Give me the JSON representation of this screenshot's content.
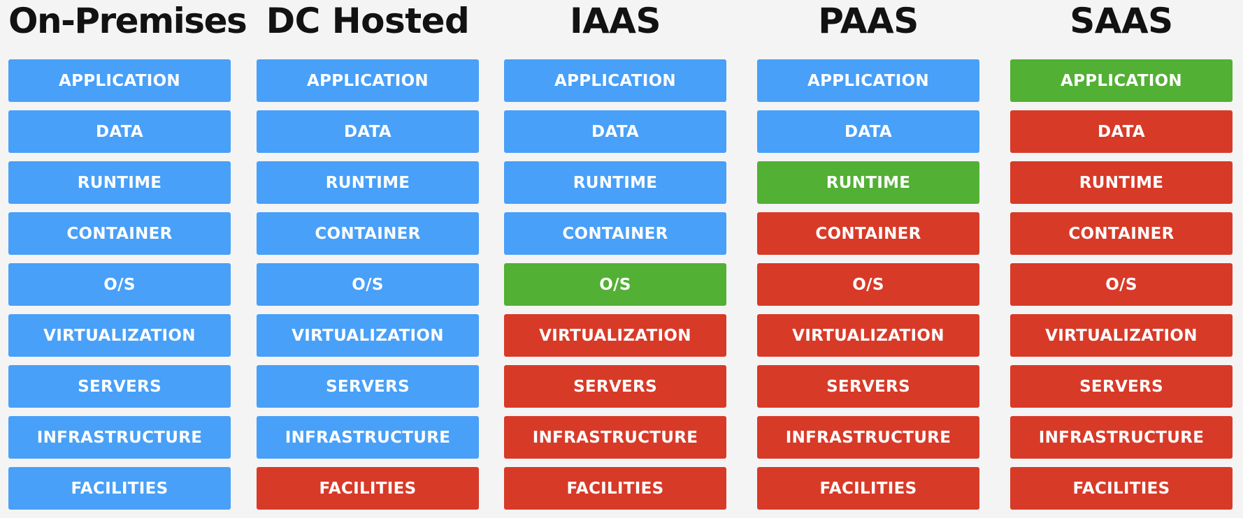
{
  "palette": {
    "managed": "#48a0f8",
    "provided": "#d83a28",
    "boundary": "#52b034",
    "background": "#f4f4f4",
    "title": "#121212"
  },
  "columns": [
    {
      "title": "On-Premises",
      "layers": [
        {
          "label": "APPLICATION",
          "state": "managed"
        },
        {
          "label": "DATA",
          "state": "managed"
        },
        {
          "label": "RUNTIME",
          "state": "managed"
        },
        {
          "label": "CONTAINER",
          "state": "managed"
        },
        {
          "label": "O/S",
          "state": "managed"
        },
        {
          "label": "VIRTUALIZATION",
          "state": "managed"
        },
        {
          "label": "SERVERS",
          "state": "managed"
        },
        {
          "label": "INFRASTRUCTURE",
          "state": "managed"
        },
        {
          "label": "FACILITIES",
          "state": "managed"
        }
      ]
    },
    {
      "title": "DC Hosted",
      "layers": [
        {
          "label": "APPLICATION",
          "state": "managed"
        },
        {
          "label": "DATA",
          "state": "managed"
        },
        {
          "label": "RUNTIME",
          "state": "managed"
        },
        {
          "label": "CONTAINER",
          "state": "managed"
        },
        {
          "label": "O/S",
          "state": "managed"
        },
        {
          "label": "VIRTUALIZATION",
          "state": "managed"
        },
        {
          "label": "SERVERS",
          "state": "managed"
        },
        {
          "label": "INFRASTRUCTURE",
          "state": "managed"
        },
        {
          "label": "FACILITIES",
          "state": "provided"
        }
      ]
    },
    {
      "title": "IAAS",
      "layers": [
        {
          "label": "APPLICATION",
          "state": "managed"
        },
        {
          "label": "DATA",
          "state": "managed"
        },
        {
          "label": "RUNTIME",
          "state": "managed"
        },
        {
          "label": "CONTAINER",
          "state": "managed"
        },
        {
          "label": "O/S",
          "state": "boundary"
        },
        {
          "label": "VIRTUALIZATION",
          "state": "provided"
        },
        {
          "label": "SERVERS",
          "state": "provided"
        },
        {
          "label": "INFRASTRUCTURE",
          "state": "provided"
        },
        {
          "label": "FACILITIES",
          "state": "provided"
        }
      ]
    },
    {
      "title": "PAAS",
      "layers": [
        {
          "label": "APPLICATION",
          "state": "managed"
        },
        {
          "label": "DATA",
          "state": "managed"
        },
        {
          "label": "RUNTIME",
          "state": "boundary"
        },
        {
          "label": "CONTAINER",
          "state": "provided"
        },
        {
          "label": "O/S",
          "state": "provided"
        },
        {
          "label": "VIRTUALIZATION",
          "state": "provided"
        },
        {
          "label": "SERVERS",
          "state": "provided"
        },
        {
          "label": "INFRASTRUCTURE",
          "state": "provided"
        },
        {
          "label": "FACILITIES",
          "state": "provided"
        }
      ]
    },
    {
      "title": "SAAS",
      "layers": [
        {
          "label": "APPLICATION",
          "state": "boundary"
        },
        {
          "label": "DATA",
          "state": "provided"
        },
        {
          "label": "RUNTIME",
          "state": "provided"
        },
        {
          "label": "CONTAINER",
          "state": "provided"
        },
        {
          "label": "O/S",
          "state": "provided"
        },
        {
          "label": "VIRTUALIZATION",
          "state": "provided"
        },
        {
          "label": "SERVERS",
          "state": "provided"
        },
        {
          "label": "INFRASTRUCTURE",
          "state": "provided"
        },
        {
          "label": "FACILITIES",
          "state": "provided"
        }
      ]
    }
  ]
}
